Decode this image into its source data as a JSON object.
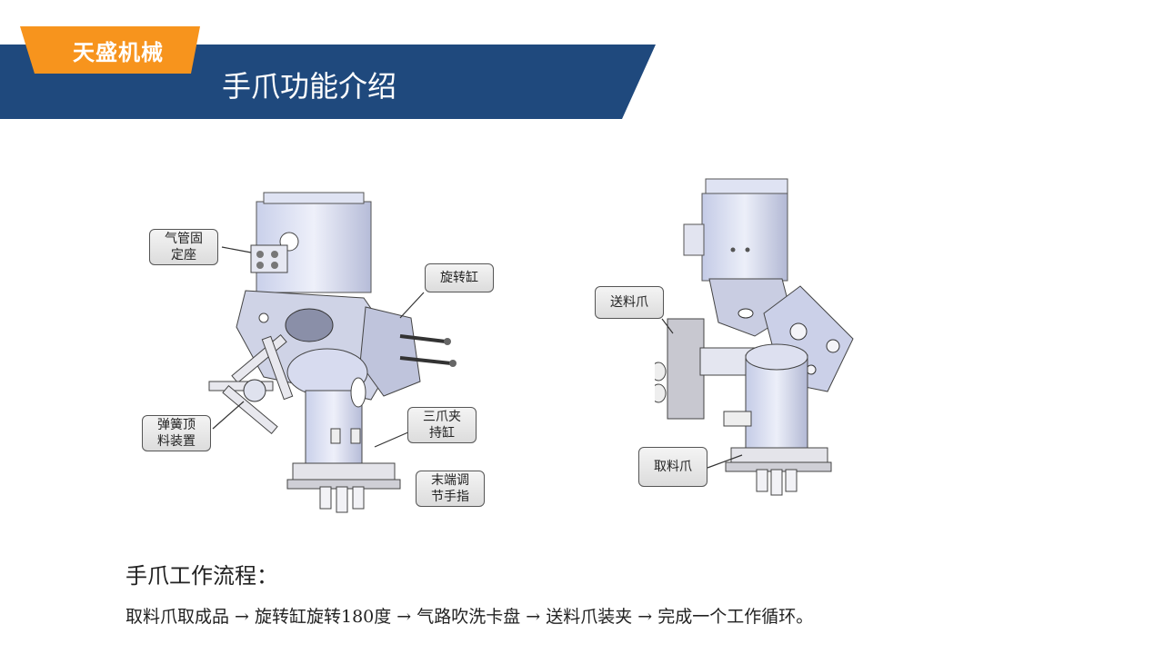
{
  "header": {
    "brand": "天盛机械",
    "title": "手爪功能介绍",
    "colors": {
      "banner": "#1f497d",
      "brand_tab": "#f7941d"
    }
  },
  "left_figure": {
    "callouts": [
      {
        "name": "air-pipe-mount",
        "text": "气管固\n定座"
      },
      {
        "name": "rotary-cylinder",
        "text": "旋转缸"
      },
      {
        "name": "spring-ejector",
        "text": "弹簧顶\n料装置"
      },
      {
        "name": "three-jaw-cylinder",
        "text": "三爪夹\n持缸"
      },
      {
        "name": "end-finger",
        "text": "末端调\n节手指"
      }
    ]
  },
  "right_figure": {
    "callouts": [
      {
        "name": "feeding-claw",
        "text": "送料爪"
      },
      {
        "name": "picking-claw",
        "text": "取料爪"
      }
    ]
  },
  "process": {
    "title": "手爪工作流程：",
    "text": "取料爪取成品 → 旋转缸旋转180度 → 气路吹洗卡盘 → 送料爪装夹 → 完成一个工作循环。"
  }
}
